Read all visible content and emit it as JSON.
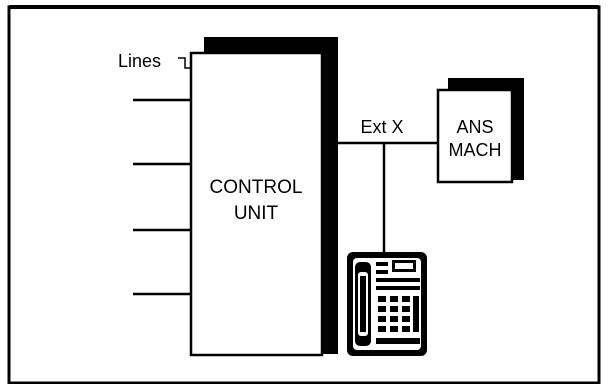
{
  "labels": {
    "lines": "Lines",
    "control_unit_line1": "CONTROL",
    "control_unit_line2": "UNIT",
    "extension": "Ext X",
    "answering_machine_line1": "ANS",
    "answering_machine_line2": "MACH"
  },
  "incoming_line_count": 4,
  "colors": {
    "ink": "#000000",
    "paper": "#ffffff"
  }
}
